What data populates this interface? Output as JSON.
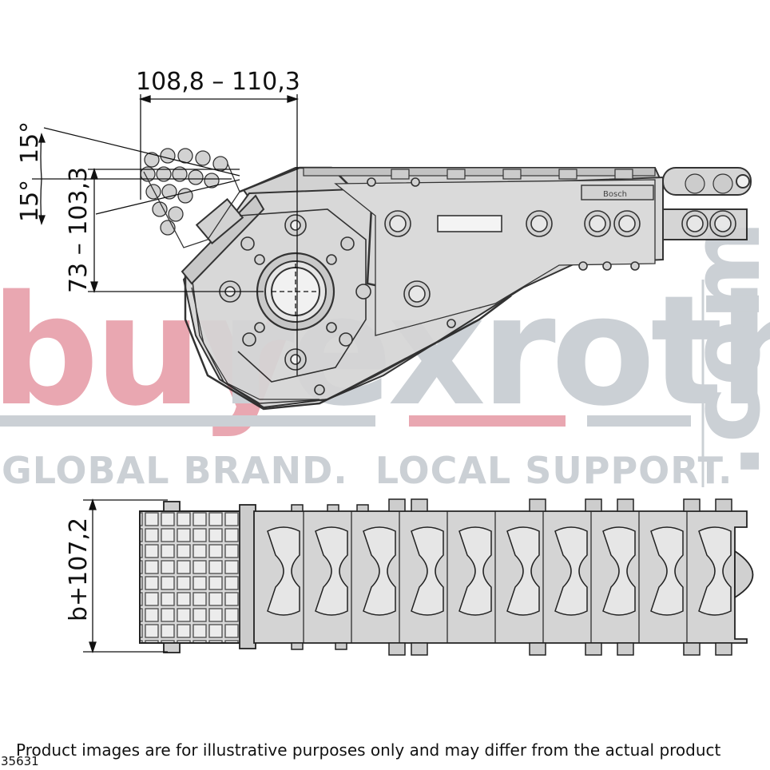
{
  "dimensions": {
    "width_range": "108,8 – 110,3",
    "angle_top": "15°",
    "angle_bottom": "15°",
    "height_upper": "73 – 103,3",
    "height_lower": "b+107,2"
  },
  "watermark": {
    "part1": "buy",
    "part2": "rexroth",
    "suffix": ".com",
    "tagline": "GLOBAL BRAND.  LOCAL SUPPORT.",
    "colors": {
      "buy": "#e8a3ad",
      "rexroth": "#c9ced3"
    }
  },
  "brand_plate": "Bosch",
  "disclaimer": "Product images are for illustrative purposes only and may differ from the actual product",
  "code": "35631"
}
